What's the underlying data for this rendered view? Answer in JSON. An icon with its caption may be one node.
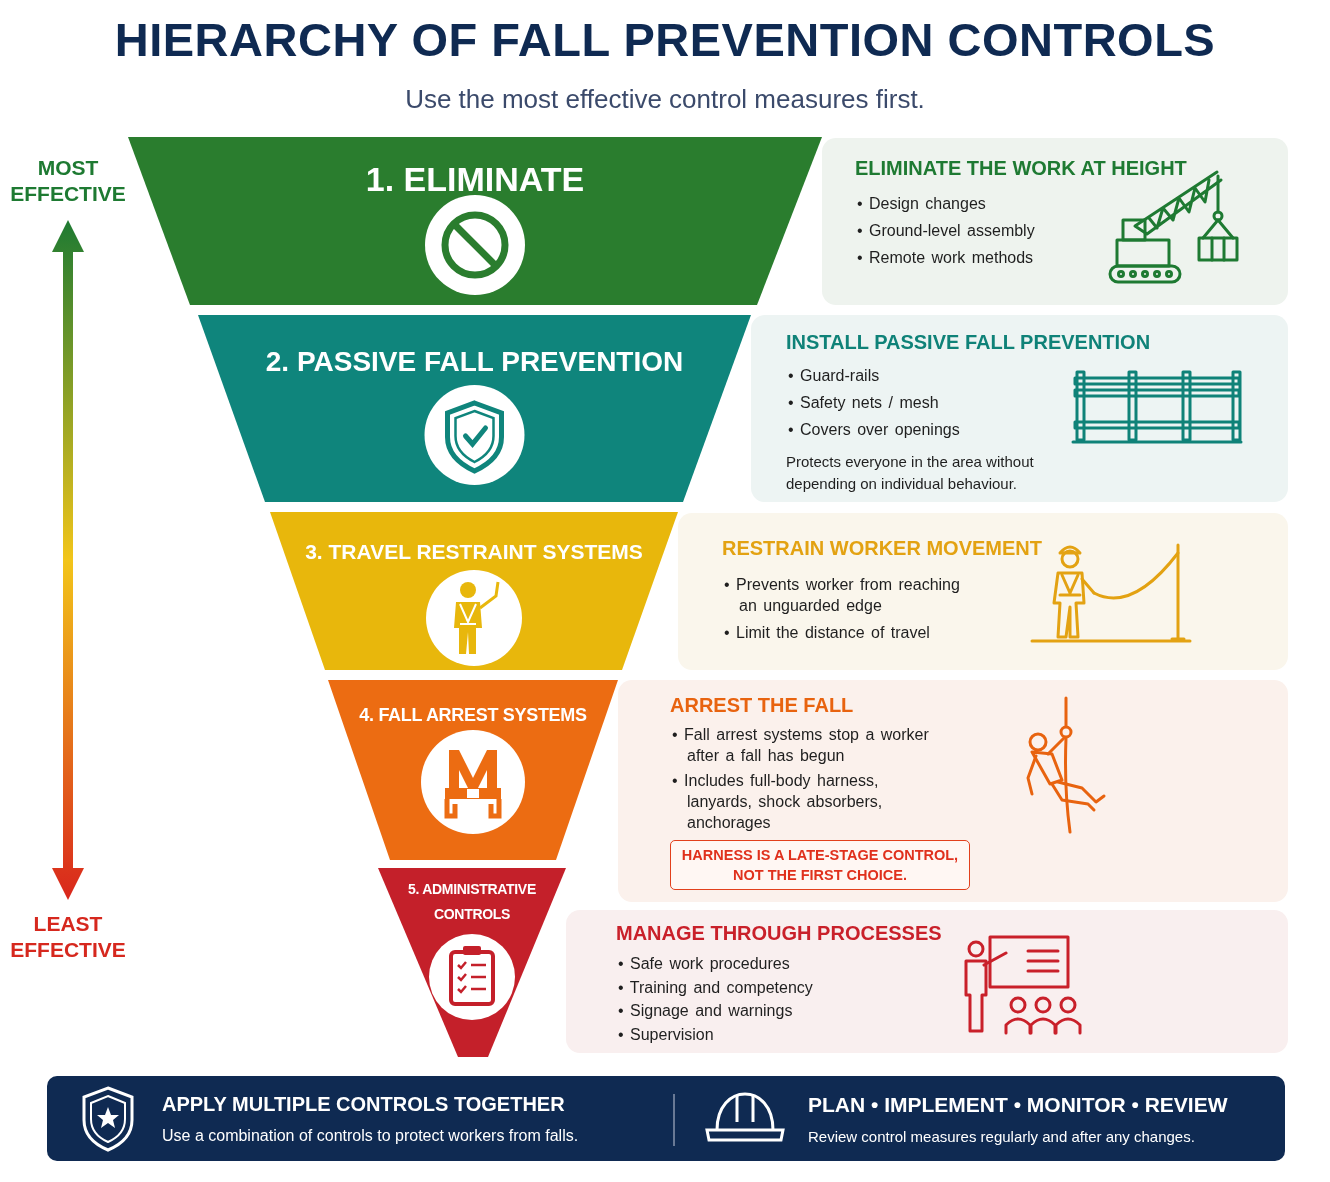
{
  "diagram": {
    "title": "HIERARCHY OF FALL PREVENTION CONTROLS",
    "nodes": [
      {
        "text": [
          "1. ELIMINATE"
        ]
      },
      {
        "text": [
          "ELIMINATE THE WORK AT HEIGHT",
          "• Design changes",
          "• Ground-level assembly",
          "• Remote work methods"
        ]
      },
      {
        "text": [
          "2. PASSIVE FALL PREVENTION"
        ]
      },
      {
        "text": [
          "INSTALL PASSIVE FALL PREVENTION",
          "• Guard-rails",
          "• Safety nets / mesh",
          "• Covers over openings",
          "Protects everyone in the area without depending on individual behaviour."
        ]
      },
      {
        "text": [
          "3. TRAVEL RESTRAINT SYSTEMS"
        ]
      },
      {
        "text": [
          "RESTRAIN WORKER MOVEMENT",
          "• Prevents worker from reaching an unguarded edge",
          "• Limit the distance of travel"
        ]
      },
      {
        "text": [
          "4. FALL ARREST SYSTEMS"
        ]
      },
      {
        "text": [
          "ARREST THE FALL",
          "• Fall arrest systems stop a worker after a fall has begun",
          "• Includes full-body harness, lanyards, shock absorbers, anchorages"
        ]
      },
      {
        "text": [
          "HARNESS IS A LATE-STAGE CONTROL, NOT THE FIRST CHOICE."
        ],
        "in": 7
      },
      {
        "text": [
          "5. ADMINISTRATIVE CONTROLS"
        ]
      },
      {
        "text": [
          "MANAGE THROUGH PROCESSES",
          "• Safe work procedures",
          "• Training and competency",
          "• Signage and warnings",
          "• Supervision"
        ]
      },
      {
        "text": [
          "APPLY MULTIPLE CONTROLS TOGETHER",
          "Use a combination of controls to protect workers from falls.",
          "PLAN • IMPLEMENT • MONITOR • REVIEW",
          "Review control measures regularly and after any changes."
        ]
      }
    ],
    "labels": [
      "Use the most effective control measures first.",
      "MOST EFFECTIVE",
      "LEAST EFFECTIVE"
    ]
  }
}
